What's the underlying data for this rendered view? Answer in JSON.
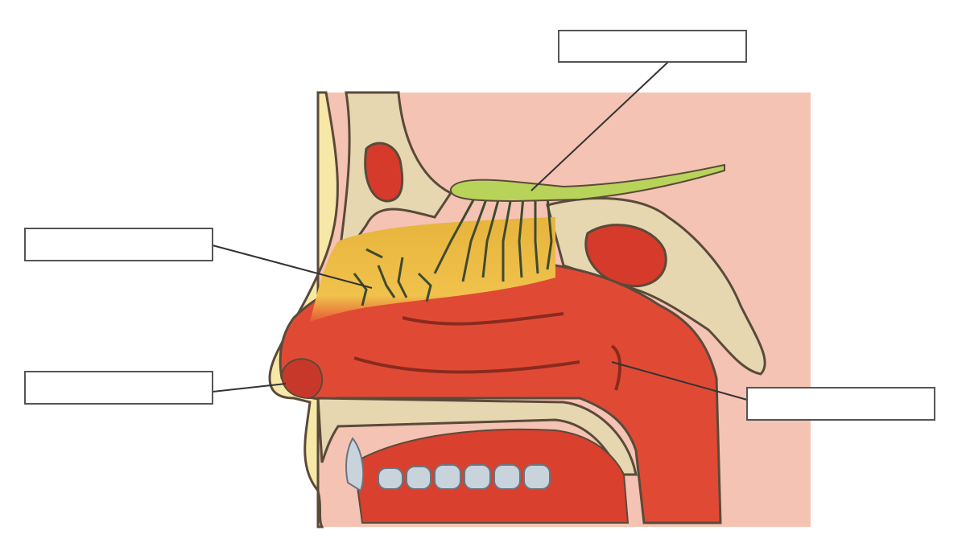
{
  "diagram": {
    "subject": "nasal-cavity-sagittal",
    "labels": [
      {
        "id": "olfactory-bulb",
        "text": ""
      },
      {
        "id": "olfactory-epithelium",
        "text": ""
      },
      {
        "id": "nostril",
        "text": ""
      },
      {
        "id": "nasopharynx",
        "text": ""
      }
    ],
    "colors": {
      "background_tissue": "#f5c3b3",
      "airway": "#e04a35",
      "olfactory_region": "#e9b640",
      "bone": "#e6d7b0",
      "sinus": "#d63a2a",
      "bulb": "#b8d35a",
      "teeth": "#c9d3dc",
      "skin": "#f7e6a0",
      "outline": "#5a4a3a"
    }
  }
}
